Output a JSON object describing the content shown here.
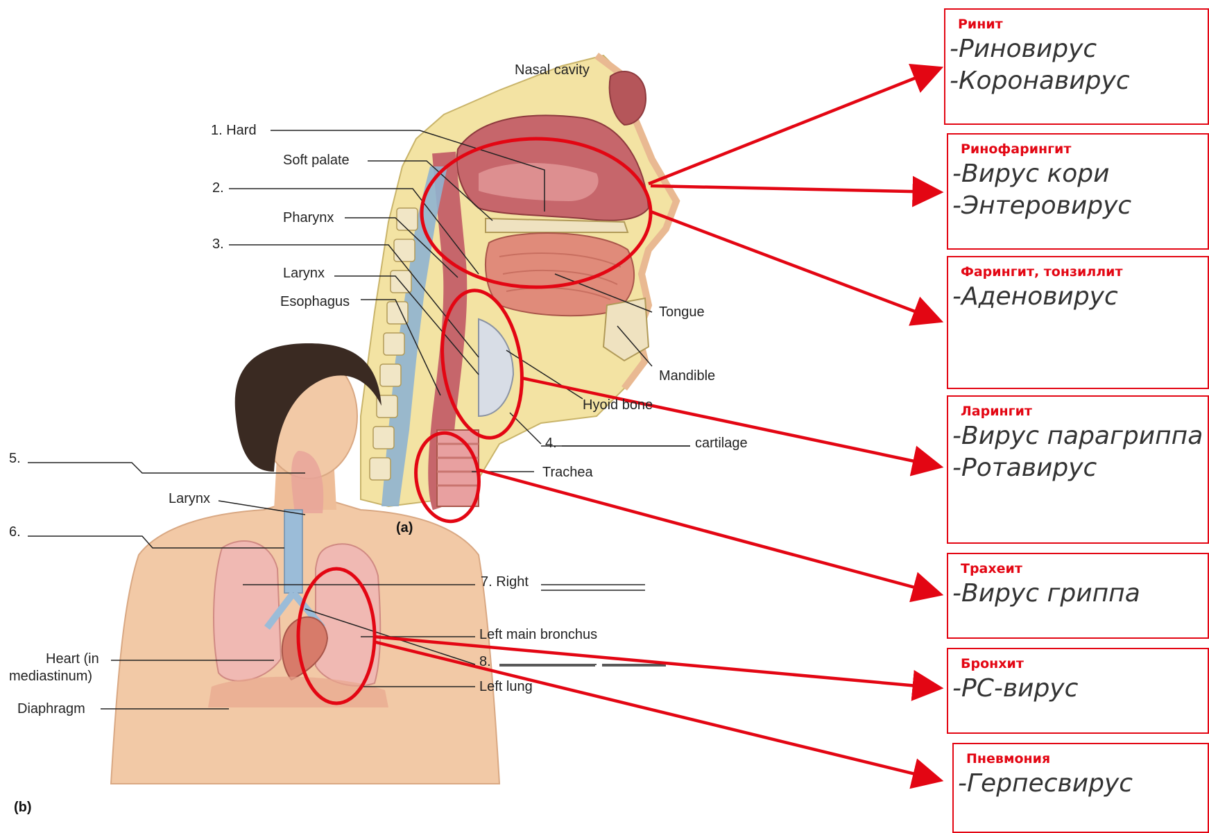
{
  "diagram_a": {
    "panel_label": "(a)",
    "labels": {
      "nasal_cavity": "Nasal cavity",
      "hard": "1. Hard",
      "soft_palate": "Soft palate",
      "two": "2.",
      "pharynx": "Pharynx",
      "three": "3.",
      "larynx": "Larynx",
      "esophagus": "Esophagus",
      "tongue": "Tongue",
      "mandible": "Mandible",
      "hyoid_bone": "Hyoid bone",
      "four": "4.",
      "cartilage": "cartilage",
      "trachea": "Trachea"
    }
  },
  "diagram_b": {
    "panel_label": "(b)",
    "labels": {
      "five": "5.",
      "larynx": "Larynx",
      "six": "6.",
      "right": "7. Right",
      "left_main_bronchus": "Left main bronchus",
      "eight": "8.",
      "heart_line1": "Heart (in",
      "heart_line2": "mediastinum)",
      "left_lung": "Left lung",
      "diaphragm": "Diaphragm"
    }
  },
  "infection_boxes": [
    {
      "title": "Ринит",
      "items": [
        "-Риновирус",
        "-Коронавирус"
      ]
    },
    {
      "title": "Ринофарингит",
      "items": [
        "-Вирус кори",
        "-Энтеровирус"
      ]
    },
    {
      "title": "Фарингит, тонзиллит",
      "items": [
        "-Аденовирус"
      ]
    },
    {
      "title": "Ларингит",
      "items": [
        "-Вирус парагриппа",
        "-Ротавирус"
      ]
    },
    {
      "title": "Трахеит",
      "items": [
        "-Вирус гриппа"
      ]
    },
    {
      "title": "Бронхит",
      "items": [
        "-РС-вирус"
      ]
    },
    {
      "title": "Пневмония",
      "items": [
        "-Герпесвирус"
      ]
    }
  ],
  "colors": {
    "highlight_red": "#e30613",
    "tissue_pink": "#e8a0a0",
    "mucosa_red": "#b5565a",
    "bone_yellow": "#f3e3a3",
    "spine_blue": "#8fb3d0",
    "skin": "#f2c9a6",
    "hair": "#3a2a22"
  }
}
